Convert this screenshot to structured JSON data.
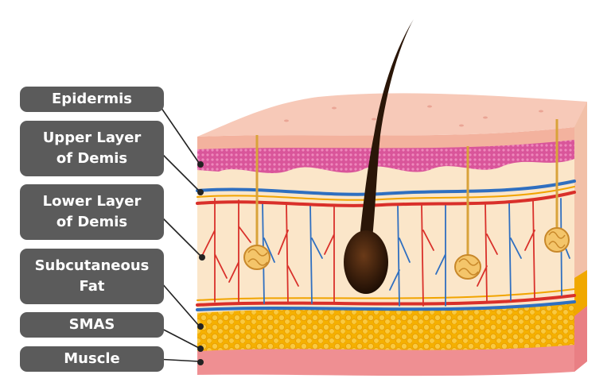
{
  "labels": {
    "epidermis": "Epidermis",
    "upper_dermis": "Upper Layer\nof Demis",
    "lower_dermis": "Lower Layer\nof Demis",
    "subcutaneous_fat": "Subcutaneous\nFat",
    "smas": "SMAS",
    "muscle": "Muscle"
  },
  "colors": {
    "label_bg": "#5b5b5b",
    "epidermis_top": "#f4b9a6",
    "epidermis_pink": "#d9559a",
    "dermis": "#fbe6c9",
    "vein": "#2f6fc0",
    "artery": "#d9302a",
    "fat": "#f6b400",
    "muscle": "#ef8f92",
    "hair": "#2a1608"
  }
}
